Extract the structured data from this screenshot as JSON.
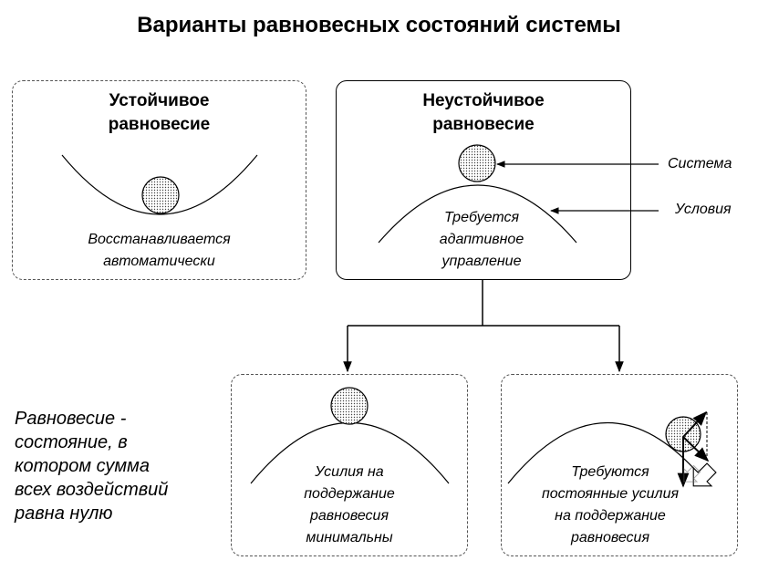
{
  "title": "Варианты равновесных состояний системы",
  "stable": {
    "heading_line1": "Устойчивое",
    "heading_line2": "равновесие",
    "caption_line1": "Восстанавливается",
    "caption_line2": "автоматически"
  },
  "unstable": {
    "heading_line1": "Неустойчивое",
    "heading_line2": "равновесие",
    "caption_line1": "Требуется",
    "caption_line2": "адаптивное",
    "caption_line3": "управление"
  },
  "labels": {
    "system": "Система",
    "conditions": "Условия"
  },
  "minimal": {
    "caption_line1": "Усилия на",
    "caption_line2": "поддержание",
    "caption_line3": "равновесия",
    "caption_line4": "минимальны"
  },
  "constant": {
    "caption_line1": "Требуются",
    "caption_line2": "постоянные усилия",
    "caption_line3": "на поддержание",
    "caption_line4": "равновесия"
  },
  "definition": {
    "line1": "Равновесие -",
    "line2": "состояние, в",
    "line3": "котором сумма",
    "line4": "всех воздействий",
    "line5": "равна нулю"
  },
  "colors": {
    "ball_fill": "#dddddd",
    "stroke": "#000000",
    "dashed_border": "#555555"
  },
  "icons": [
    "ball-icon",
    "curve-icon",
    "arrow-icon",
    "cursor-arrow-icon"
  ]
}
